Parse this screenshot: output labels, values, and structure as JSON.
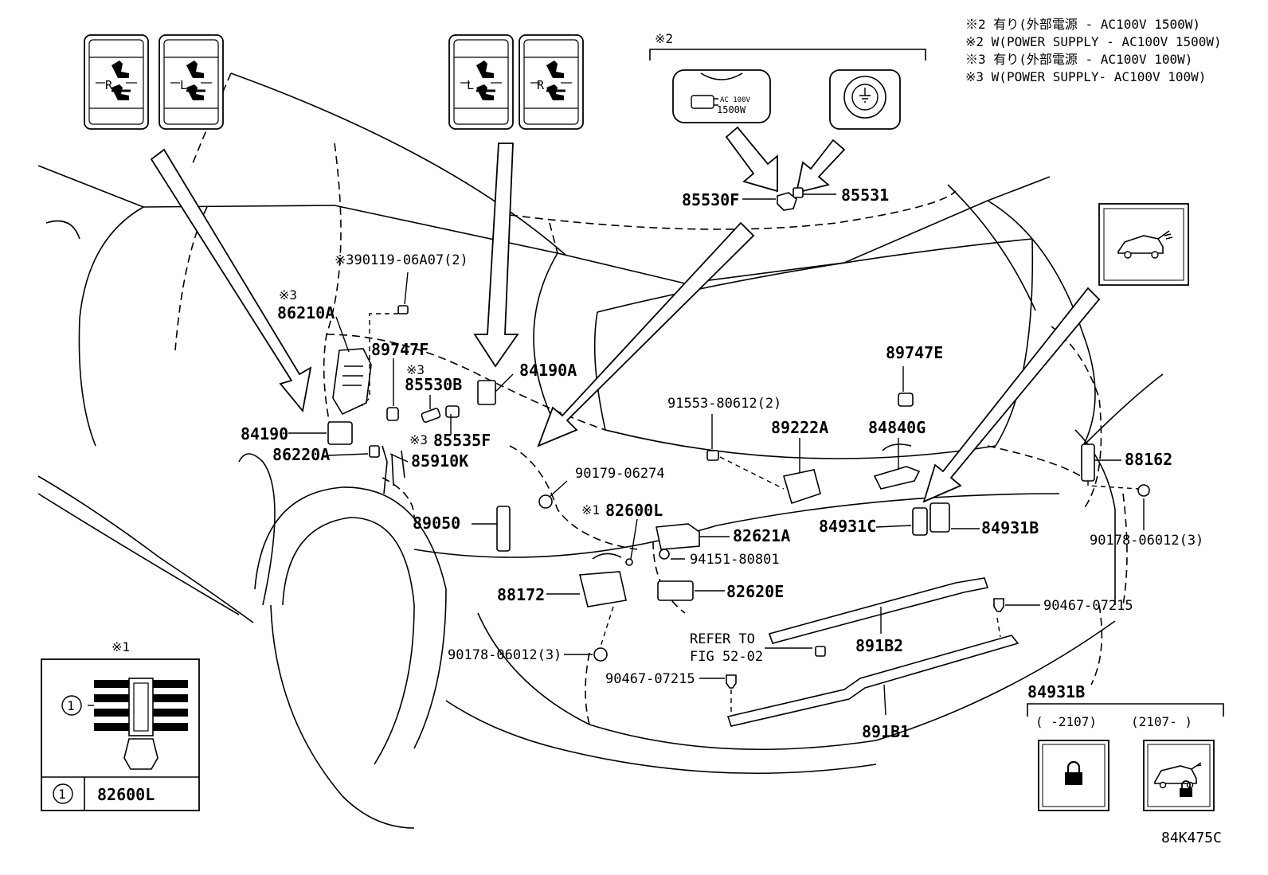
{
  "diagram_code": "84K475C",
  "notes": [
    "※2 有り(外部電源 - AC100V 1500W)",
    "※2 W(POWER SUPPLY - AC100V 1500W)",
    "※3 有り(外部電源 - AC100V 100W)",
    "※3  W(POWER SUPPLY- AC100V 100W)"
  ],
  "group_markers": {
    "m2": "※2",
    "m1": "※1"
  },
  "switch_labels": {
    "r": "R",
    "l": "L"
  },
  "outlet_label": {
    "line1": "AC 100V",
    "line2": "1500W"
  },
  "parts": {
    "p85530F": "85530F",
    "p85531": "85531",
    "p90119": "※390119-06A07(2)",
    "p86210A_mark": "※3",
    "p86210A": "86210A",
    "p89747F": "89747F",
    "p85530B_mark": "※3",
    "p85530B": "85530B",
    "p84190A": "84190A",
    "p84190": "84190",
    "p85535F_mark": "※3",
    "p85535F": "85535F",
    "p86220A": "86220A",
    "p85910K": "85910K",
    "p89747E": "89747E",
    "p91553": "91553-80612(2)",
    "p89222A": "89222A",
    "p84840G": "84840G",
    "p90179": "90179-06274",
    "p82600L_mark": "※1",
    "p82600L": "82600L",
    "p89050": "89050",
    "p82621A": "82621A",
    "p84931C": "84931C",
    "p84931B": "84931B",
    "p88162": "88162",
    "p90178_right": "90178-06012(3)",
    "p94151": "94151-80801",
    "p88172": "88172",
    "p82620E": "82620E",
    "p90467_right": "90467-07215",
    "refer_line1": "REFER TO",
    "refer_line2": "FIG 52-02",
    "p891B2": "891B2",
    "p90178_left": "90178-06012(3)",
    "p90467_left": "90467-07215",
    "p891B1": "891B1"
  },
  "inset_clip": {
    "marker": "※1",
    "callout": "1",
    "row_callout": "1",
    "row_part": "82600L"
  },
  "inset_84931B": {
    "title": "84931B",
    "range_left": "(      -2107)",
    "range_right": "(2107-      )",
    "icon_left": "lock-icon",
    "icon_right": "car-lock-icon"
  }
}
